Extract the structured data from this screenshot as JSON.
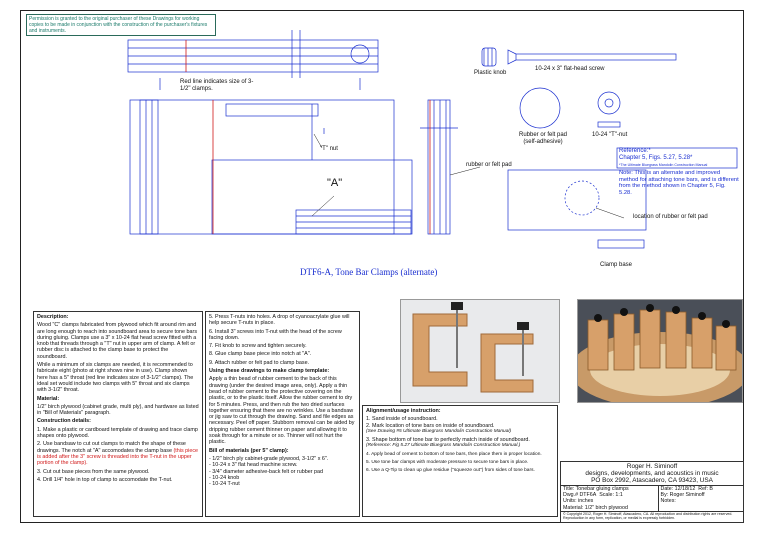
{
  "permission": "Permission is granted to the original purchaser of these Drawings for working copies to be made in conjunction with the construction of the purchaser's fixtures and instruments.",
  "drawing": {
    "title": "DTF6-A, Tone Bar Clamps (alternate)",
    "labels": {
      "red_line": "Red line indicates size of 3-1/2\" clamps.",
      "t_nut": "\"T\" nut",
      "a": "\"A\"",
      "plastic_knob": "Plastic knob",
      "screw": "10-24 x 3\" flat-head screw",
      "pad": "Rubber or felt pad (self-adhesive)",
      "t_nut2": "10-24 \"T\"-nut",
      "rubber_felt": "rubber or felt pad",
      "location_pad": "location of rubber or felt pad",
      "clamp_base": "Clamp base"
    },
    "reference": {
      "head": "Reference:*",
      "chapter": "Chapter 5, Figs. 5.27, 5.28*",
      "book": "*The Ultimate Bluegrass Mandolin Construction Manual",
      "note": "Note: This is an alternate and improved method for attaching tone bars, and is different from the method shown in Chapter 5, Fig. 5.28."
    }
  },
  "description": {
    "heading": "Description:",
    "p1": "Wood \"C\" clamps fabricated from plywood which fit around rim and are long enough to reach into soundboard area to secure tone bars during gluing. Clamps use a 3\" x 10-24 flat head screw fitted with a knob that threads through a \"T\" nut in upper arm of clamp. A felt or rubber disc is attached to the clamp base to protect the soundboard.",
    "p2": "While a minimum of six clamps are needed, it is recommended to fabricate eight (photo at right shows nine in use). Clamp shown here has a 5\" throat (red line indicates size of 3-1/2\" clamps). The ideal set would include two clamps with 5\" throat and six clamps with 3-1/2\" throat.",
    "material_heading": "Material:",
    "material": "1/2\" birch plywood (cabinet grade, multi ply), and hardware as listed in \"Bill of Materials\" paragraph.",
    "construction_heading": "Construction details:",
    "c1": "1. Make a plastic or cardboard template of drawing and trace clamp shapes onto plywood.",
    "c2": "2. Use bandsaw to cut out clamps to match the shape of these drawings. The notch at \"A\" accomodates the clamp base",
    "c2_red": "(this piece is added after the 3\" screw is threaded into the T-nut in the upper portion of the clamp).",
    "c3": "3. Cut out base pieces from the same plywood.",
    "c4": "4. Drill 1/4\" hole in top of clamp to accomodate the T-nut."
  },
  "steps": {
    "s5": "5. Press T-nuts into holes. A drop of cyanoacrylate glue will help secure T-nuts in place.",
    "s6": "6. Install 3\" screws into T-nut with the head of the screw facing down.",
    "s7": "7. Fit knob to screw and tighten securely.",
    "s8": "8. Glue clamp base piece into notch at \"A\".",
    "s9": "9. Attach rubber or felt pad to clamp base.",
    "template_heading": "Using these drawings to make clamp template:",
    "template": "Apply a thin bead of rubber cement to the back of this drawing (under the desired image area, only). Apply a thin bead of rubber cement to the protective covering on the plastic, or to the plastic itself. Allow the rubber cement to dry for 5 minutes. Press, and then rub the two dried surfaces together ensuring that there are no wrinkles. Use a bandsaw or jig saw to cut through the drawing. Sand and file edges as necessary. Peel off paper. Stubborn removal can be aided by dripping rubber cement thinner on paper and allowing it to soak through for a minute or so. Thinner will not hurt the plastic.",
    "bom_heading": "Bill of materials (per 5\" clamp):",
    "bom": [
      "- 1/2\" birch ply cabinet-grade plywood, 3-1/2\" x 6\".",
      "- 10-24 x 3\" flat head machine screw.",
      "- 3/4\" diameter adhesive-back felt or rubber pad",
      "- 10-24 knob",
      "- 10-24 T-nut"
    ]
  },
  "alignment": {
    "heading": "Alignment/usage instruction:",
    "a1": "1. Sand inside of soundboard.",
    "a2": "2. Mark location of tone bars on inside of soundboard.",
    "a2_ref": "(See Drawing #5 Ultimate Bluegrass Mandolin Construction Manual)",
    "a3": "3. Shape bottom of tone bar to perfectly match inside of soundboard.",
    "a3_ref": "(Reference: Fig 5.27 Ultimate Bluegrass Mandolin Construction Manual.)",
    "a4": "4. Apply bead of cement to bottom of tone bars, then place them in proper location.",
    "a5": "5. Use tone bar clamps with moderate pressure to secure tone bars in place.",
    "a6": "6. Use a Q-Tip to clean up glue residue (\"squeeze out\") from sides of tone bars."
  },
  "titleblock": {
    "name": "Roger H. Siminoff",
    "tagline": "designs, developments, and acoustics in music",
    "address": "PO Box 2992, Atascadero, CA 93423, USA",
    "title": "Title: Tonebar gluing clamps",
    "dwg": "Dwg.# DTF6A",
    "scale": "Scale: 1:1",
    "units": "Units: inches",
    "material": "Material: 1/2\" birch plywood",
    "date": "Date: 12/18/12",
    "ref": "Ref: B",
    "by": "By: Roger Siminoff",
    "notes": "Notes:",
    "copyright": "© Copyright 2012, Roger H. Siminoff, Atascadero, CA. All reproduction and distribution rights are reserved. Reproduction in any form, replication, or medial is expressly forbidden."
  },
  "colors": {
    "drawing_line": "#1a2fd0",
    "red_line": "#d01818",
    "plywood": "#d7a06a"
  }
}
